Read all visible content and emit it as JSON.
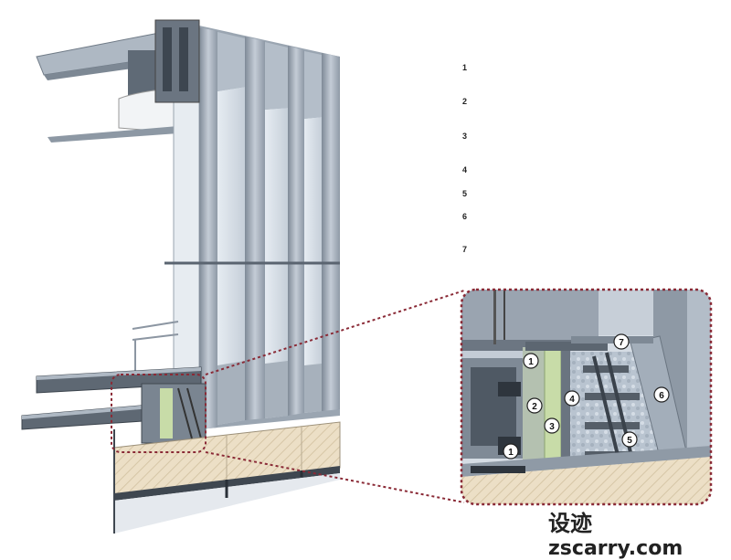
{
  "legend": {
    "numbers": [
      "1",
      "2",
      "3",
      "4",
      "5",
      "6",
      "7"
    ]
  },
  "callouts": {
    "c1_top": "1",
    "c1_bottom": "1",
    "c2": "2",
    "c3": "3",
    "c4": "4",
    "c5": "5",
    "c6": "6",
    "c7": "7"
  },
  "watermark": {
    "chinese": "设迹",
    "domain": "zscarry.com"
  },
  "colors": {
    "panel": "#9ea8b4",
    "panel_light": "#cdd5de",
    "glass": "#dfe6ee",
    "stone": "#e8dcc4",
    "insulation_green": "#c8dca8",
    "detail_frame": "#8a2a36"
  }
}
